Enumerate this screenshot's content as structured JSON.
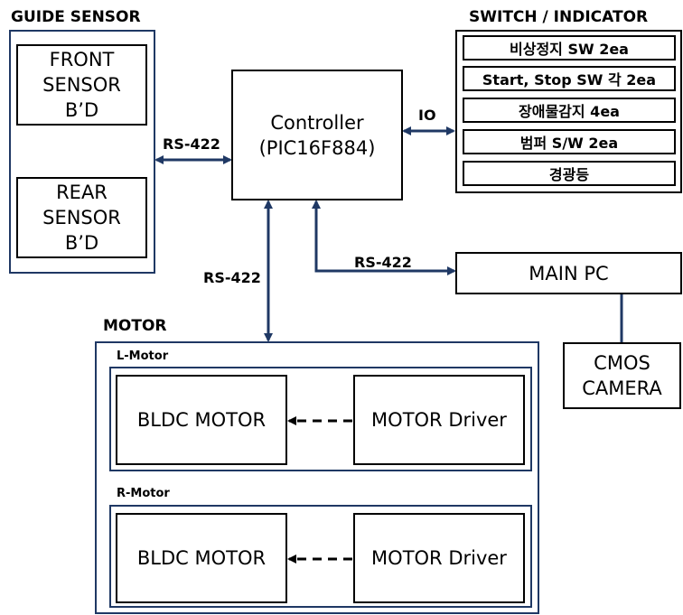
{
  "guide_sensor": {
    "title": "GUIDE SENSOR",
    "front_sensor": [
      "FRONT",
      "SENSOR",
      "B’D"
    ],
    "rear_sensor": [
      "REAR",
      "SENSOR",
      "B’D"
    ]
  },
  "controller": {
    "line1": "Controller",
    "line2": "(PIC16F884)"
  },
  "switch_indicator": {
    "title": "SWITCH / INDICATOR",
    "items": [
      "비상정지 SW 2ea",
      "Start, Stop SW 각 2ea",
      "장애물감지  4ea",
      "범퍼 S/W 2ea",
      "경광등"
    ]
  },
  "links": {
    "guide_to_controller": "RS-422",
    "controller_to_switch": "IO",
    "controller_to_motor": "RS-422",
    "controller_to_main_pc": "RS-422"
  },
  "main_pc": {
    "label": "MAIN PC"
  },
  "cmos_camera": {
    "lines": [
      "CMOS",
      "CAMERA"
    ]
  },
  "motor": {
    "title": "MOTOR",
    "groups": [
      {
        "name": "L-Motor",
        "motor": "BLDC MOTOR",
        "driver": "MOTOR Driver"
      },
      {
        "name": "R-Motor",
        "motor": "BLDC MOTOR",
        "driver": "MOTOR Driver"
      }
    ]
  },
  "colors": {
    "navy": "#1f3864",
    "line": "#000000"
  }
}
